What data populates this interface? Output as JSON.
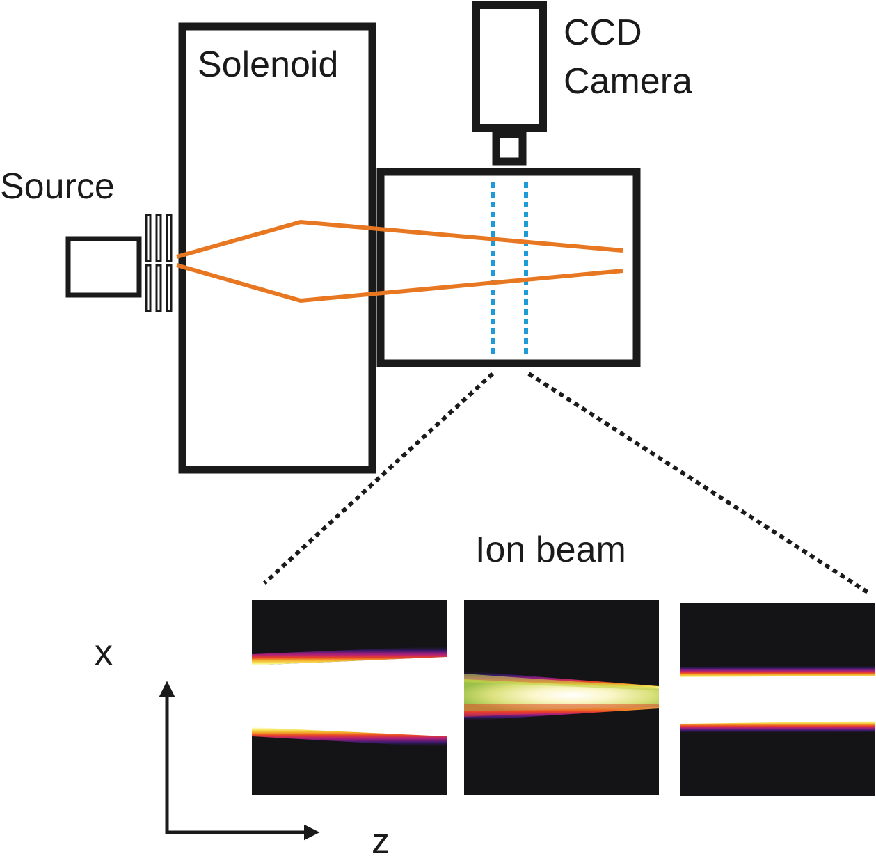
{
  "labels": {
    "solenoid": "Solenoid",
    "ccd_line1": "CCD",
    "ccd_line2": "Camera",
    "source": "Source",
    "ion_beam": "Ion beam",
    "axis_x": "x",
    "axis_z": "z"
  },
  "colors": {
    "outline": "#1a1a1a",
    "beam_path": "#e87722",
    "imaging_planes": "#1e9bd7",
    "panel_background": "#141416",
    "beam_core": "#ffffff"
  },
  "beam_images": [
    {
      "panel": "converging-beam"
    },
    {
      "panel": "narrowing-beam-with-glow"
    },
    {
      "panel": "near-parallel-beam"
    }
  ]
}
